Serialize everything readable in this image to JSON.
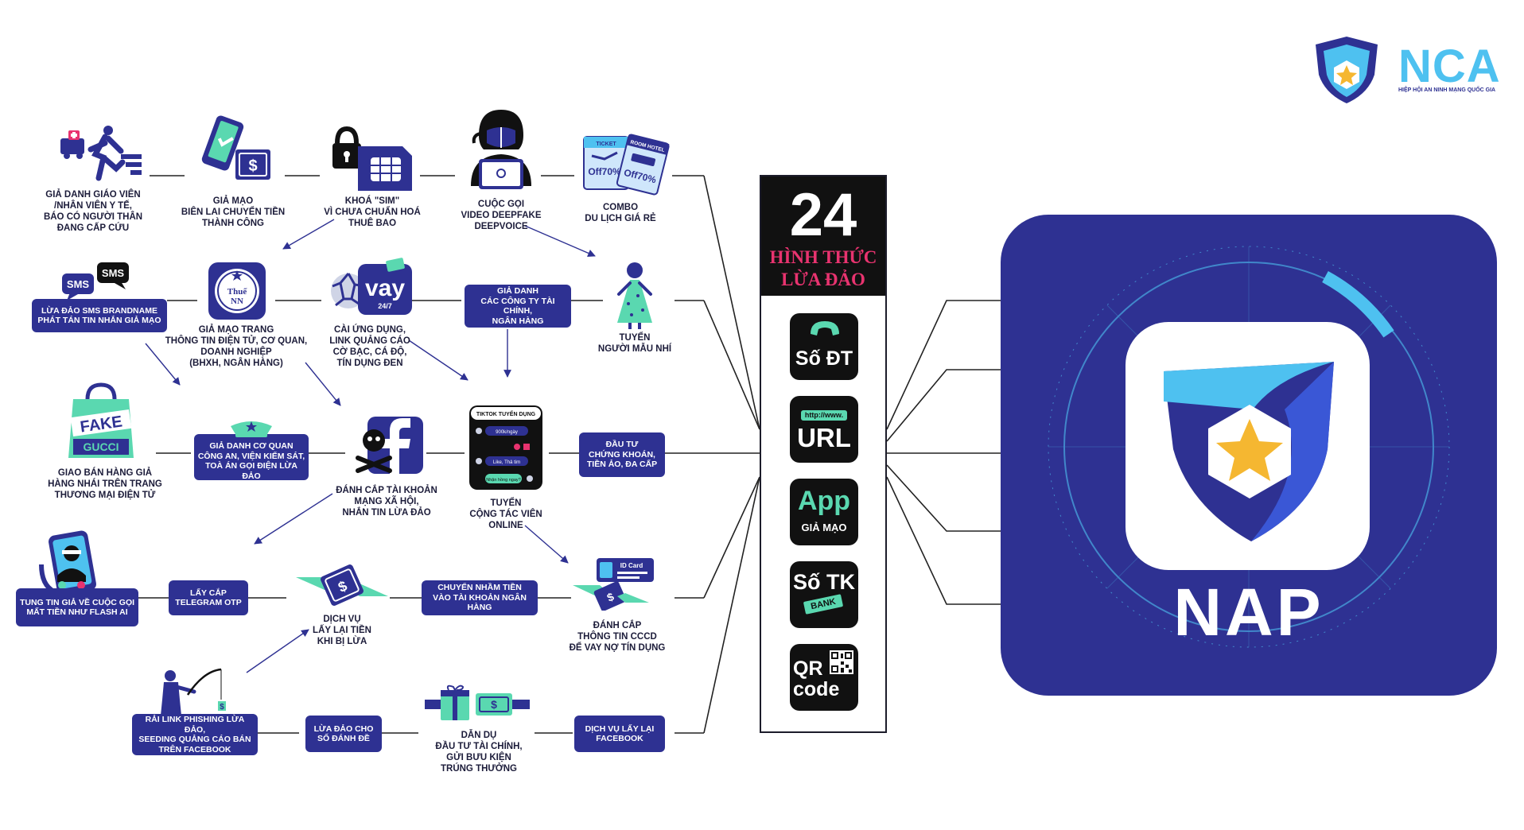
{
  "brand": {
    "name": "NCA",
    "subtitle": "HIỆP HỘI AN NINH MẠNG QUỐC GIA",
    "colors": {
      "navy": "#2e3192",
      "cyan": "#4ec1f0",
      "mint": "#5ad8b0",
      "pink": "#e8336f",
      "black": "#111111",
      "gold": "#f5b731"
    }
  },
  "column": {
    "count": "24",
    "title": "HÌNH THỨC\nLỪA ĐẢO",
    "channels": {
      "phone": {
        "label": "Số ĐT",
        "icon": "phone-icon"
      },
      "url": {
        "tag": "http://www.",
        "label": "URL"
      },
      "app": {
        "label": "App",
        "sub": "GIẢ MẠO"
      },
      "bank": {
        "label": "Số TK",
        "tag": "BANK"
      },
      "qr": {
        "label": "QR\ncode",
        "icon": "qr-code-icon"
      }
    }
  },
  "nap": {
    "label": "NAP",
    "icon": "shield-star-icon"
  },
  "icons": {
    "s1": "ambulance-fall-icon",
    "s2": "phone-money-icon",
    "s3": "lock-sim-icon",
    "s4": "hacker-laptop-icon",
    "s5": "ticket-hotel-icon",
    "s6": "sms-bubbles-icon",
    "s7": "seal-icon",
    "s8": "vay-app-icon",
    "s9": "child-model-icon",
    "s10": "fake-bag-icon",
    "s11": "police-hat-icon",
    "s12": "facebook-skull-icon",
    "s13": "tiktok-phone-icon",
    "s14": "scam-call-icon",
    "s15": "money-hands-icon",
    "s16": "id-card-icon",
    "s17": "fishing-man-icon",
    "s18": "gift-money-icon"
  },
  "scams": {
    "s1": "GIẢ DANH GIÁO VIÊN\n/NHÂN VIÊN Y TẾ,\nBÁO CÓ NGƯỜI THÂN\nĐANG CẤP CỨU",
    "s2": "GIẢ MẠO\nBIÊN LAI CHUYỂN TIỀN\nTHÀNH CÔNG",
    "s3": "KHOÁ \"SIM\"\nVÌ CHƯA CHUẨN HOÁ\nTHUÊ BAO",
    "s4": "CUỘC GỌI\nVIDEO DEEPFAKE\nDEEPVOICE",
    "s5": "COMBO\nDU LỊCH GIÁ RẺ",
    "s6": "LỪA ĐẢO SMS BRANDNAME\nPHÁT TÁN TIN NHẮN GIẢ MẠO",
    "s7": "GIẢ MẠO TRANG\nTHÔNG TIN ĐIỆN TỬ, CƠ QUAN,\nDOANH NGHIỆP\n(BHXH, NGÂN HÀNG)",
    "s8": "CÀI ỨNG DỤNG,\nLINK QUẢNG CÁO\nCỜ BẠC, CÁ ĐỘ,\nTÍN DỤNG ĐEN",
    "s9": "GIẢ DANH\nCÁC CÔNG TY TÀI CHÍNH,\nNGÂN HÀNG",
    "s10": "TUYỂN\nNGƯỜI MẪU NHÍ",
    "s11": "GIAO BÁN HÀNG GIẢ\nHÀNG NHÁI TRÊN TRANG\nTHƯƠNG MẠI ĐIỆN TỬ",
    "s12": "GIẢ DANH CƠ QUAN\nCÔNG AN, VIỆN KIỂM SÁT,\nTOÀ ÁN GỌI ĐIỆN LỪA ĐẢO",
    "s13": "ĐÁNH CẮP TÀI KHOẢN\nMẠNG XÃ HỘI,\nNHẮN TIN LỪA ĐẢO",
    "s14": "TUYỂN\nCỘNG TÁC VIÊN\nONLINE",
    "s15": "ĐẦU TƯ\nCHỨNG KHOÁN,\nTIỀN ẢO, ĐA CẤP",
    "s16": "TUNG TIN GIẢ VỀ CUỘC GỌI\nMẤT TIỀN NHƯ FLASH AI",
    "s17": "LẤY CẮP\nTELEGRAM OTP",
    "s18": "DỊCH VỤ\nLẤY LẠI TIỀN\nKHI BỊ LỪA",
    "s19": "CHUYỂN NHẦM TIỀN\nVÀO TÀI KHOẢN NGÂN HÀNG",
    "s20": "ĐÁNH CẮP\nTHÔNG TIN CCCD\nĐỂ VAY NỢ TÍN DỤNG",
    "s21": "RẢI LINK PHISHING LỪA ĐẢO,\nSEEDING QUẢNG CÁO BÁN\nTRÊN FACEBOOK",
    "s22": "LỪA ĐẢO CHO\nSỐ ĐÁNH ĐỀ",
    "s23": "DẪN DỤ\nĐẦU TƯ TÀI CHÍNH,\nGỬI BƯU KIỆN\nTRÚNG THƯỞNG",
    "s24": "DỊCH VỤ LẤY LẠI\nFACEBOOK"
  },
  "iconText": {
    "sms": "SMS",
    "vay": "vay",
    "vay_sub": "24/7",
    "seal": "Thuế\nNN",
    "fake": "FAKE",
    "gucci": "GUCCI",
    "ticket": "TICKET",
    "hotel": "ROOM HOTEL",
    "off": "Off70%",
    "tiktok": "TIKTOK TUYỂN DỤNG",
    "chat1": "900k/ngày",
    "chat2": "Like, Thả tim",
    "chat3": "Nhận hồng ngay?",
    "idcard": "ID Card",
    "money": "$"
  }
}
